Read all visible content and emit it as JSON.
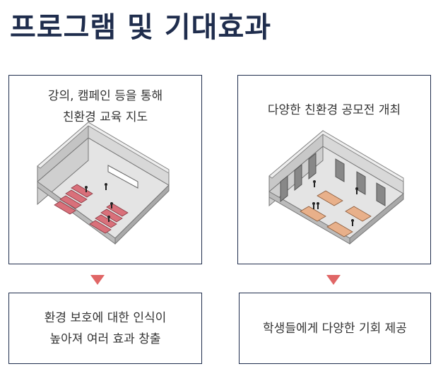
{
  "title": "프로그램 및 기대효과",
  "left": {
    "desc_line1": "강의, 캠페인 등을 통해",
    "desc_line2": "친환경 교육 지도",
    "result_line1": "환경 보호에 대한 인식이",
    "result_line2": "높아져 여러 효과 창출"
  },
  "right": {
    "desc_line1": "다양한 친환경 공모전 개최",
    "result_line1": "학생들에게 다양한 기회 제공"
  },
  "colors": {
    "navy": "#1f2d4d",
    "arrow": "#e06666",
    "desk_red": "#d9707a",
    "desk_tan": "#e8b08a"
  }
}
